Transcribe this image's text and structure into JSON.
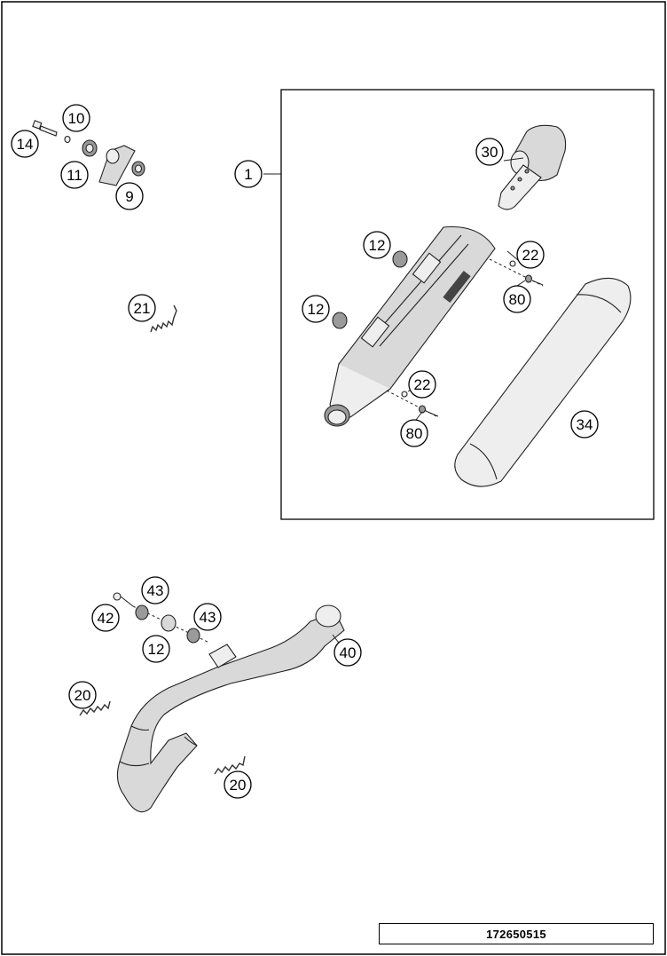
{
  "callouts": [
    {
      "id": "c14",
      "label": "14"
    },
    {
      "id": "c10",
      "label": "10"
    },
    {
      "id": "c11",
      "label": "11"
    },
    {
      "id": "c9",
      "label": "9"
    },
    {
      "id": "c1",
      "label": "1"
    },
    {
      "id": "c30",
      "label": "30"
    },
    {
      "id": "c12a",
      "label": "12"
    },
    {
      "id": "c22a",
      "label": "22"
    },
    {
      "id": "c80a",
      "label": "80"
    },
    {
      "id": "c12b",
      "label": "12"
    },
    {
      "id": "c21",
      "label": "21"
    },
    {
      "id": "c22b",
      "label": "22"
    },
    {
      "id": "c80b",
      "label": "80"
    },
    {
      "id": "c34",
      "label": "34"
    },
    {
      "id": "c43a",
      "label": "43"
    },
    {
      "id": "c42",
      "label": "42"
    },
    {
      "id": "c43b",
      "label": "43"
    },
    {
      "id": "c12c",
      "label": "12"
    },
    {
      "id": "c40",
      "label": "40"
    },
    {
      "id": "c20a",
      "label": "20"
    },
    {
      "id": "c20b",
      "label": "20"
    }
  ],
  "document_number": "172650515"
}
